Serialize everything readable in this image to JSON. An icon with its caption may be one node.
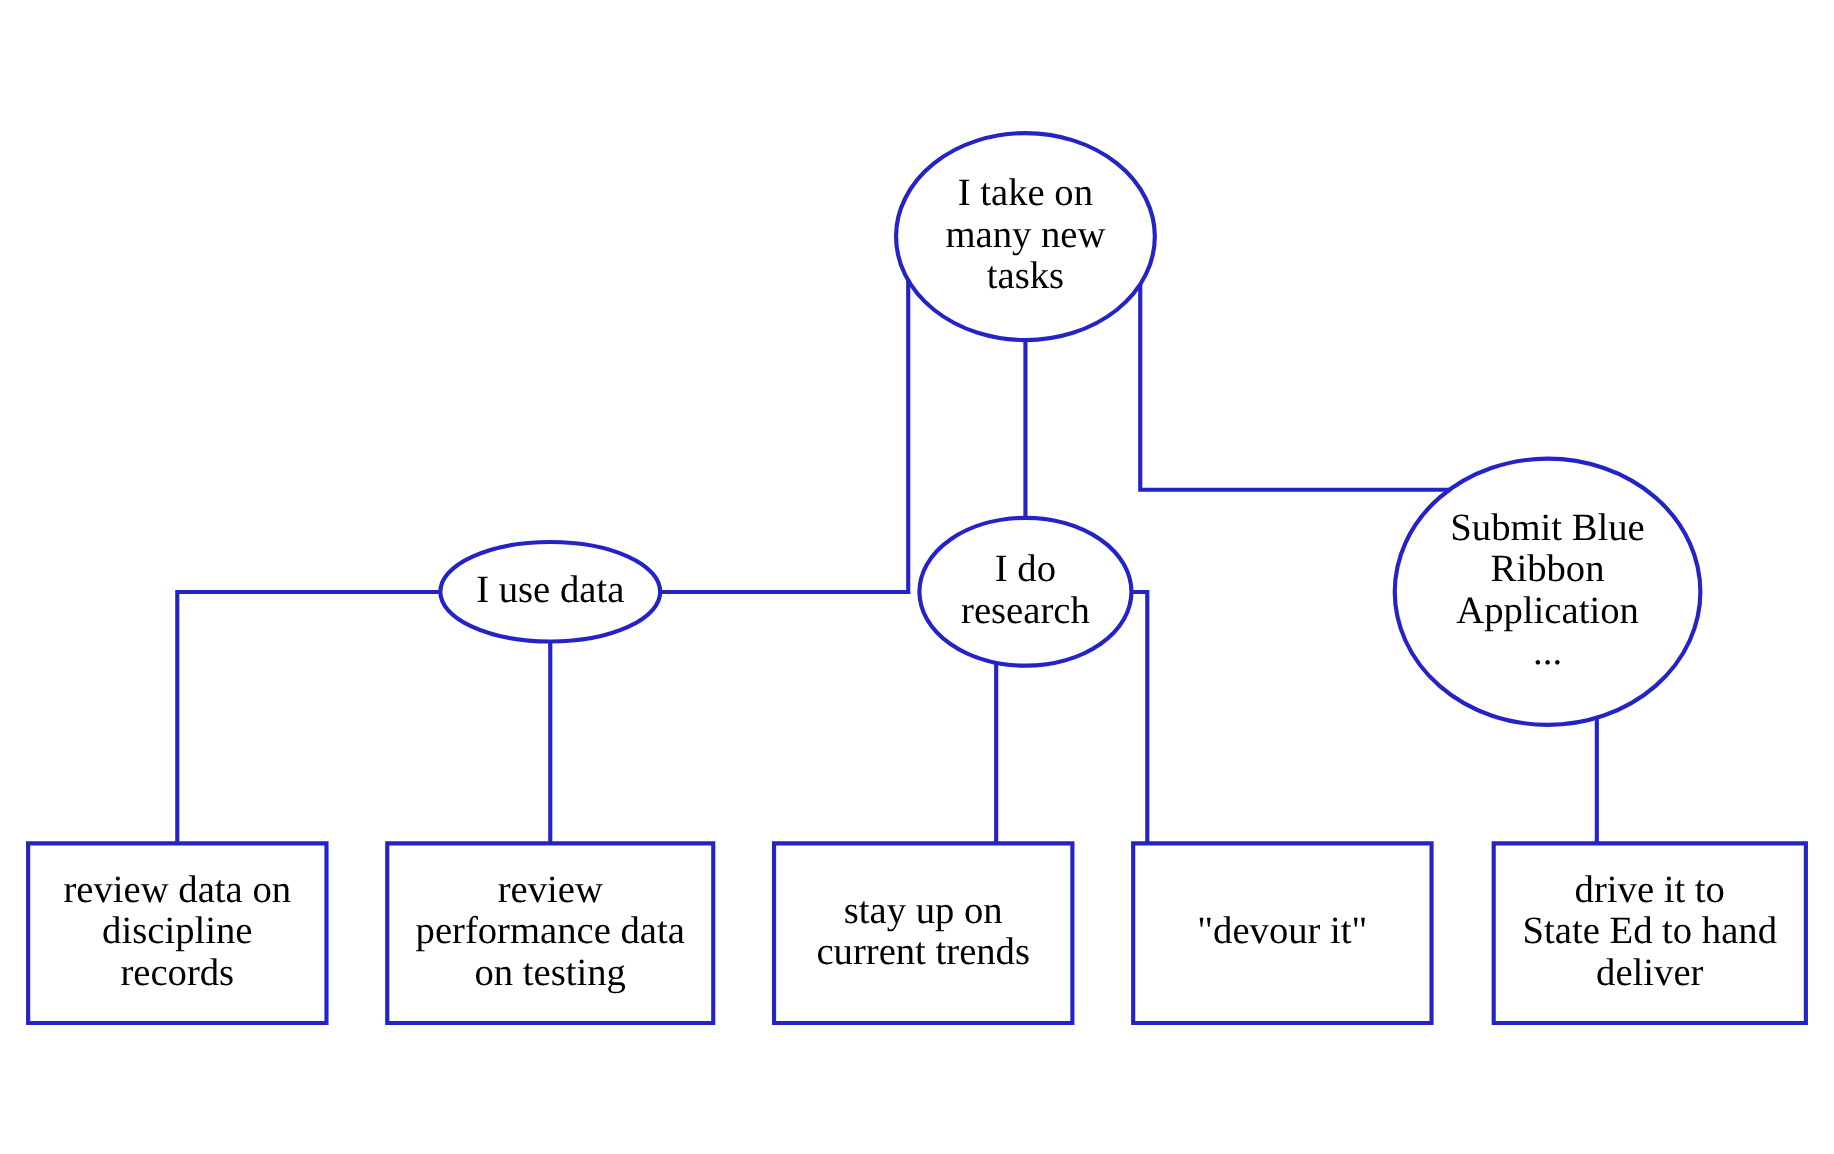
{
  "diagram": {
    "nodes": [
      {
        "text": [
          "I take on many new tasks"
        ]
      },
      {
        "text": [
          "I use data"
        ]
      },
      {
        "text": [
          "I do research"
        ]
      },
      {
        "text": [
          "Submit Blue Ribbon Application ..."
        ]
      },
      {
        "text": [
          "review data on discipline records"
        ]
      },
      {
        "text": [
          "review performance data on testing"
        ]
      },
      {
        "text": [
          "stay up on current trends"
        ]
      },
      {
        "text": [
          "\"devour it\""
        ]
      },
      {
        "text": [
          "drive it to State Ed to hand deliver"
        ]
      }
    ],
    "edges": [
      {
        "from": 0,
        "to": 1,
        "arrow": "none"
      },
      {
        "from": 0,
        "to": 2,
        "arrow": "none"
      },
      {
        "from": 0,
        "to": 3,
        "arrow": "none"
      },
      {
        "from": 1,
        "to": 4,
        "arrow": "none"
      },
      {
        "from": 1,
        "to": 5,
        "arrow": "none"
      },
      {
        "from": 2,
        "to": 6,
        "arrow": "none"
      },
      {
        "from": 2,
        "to": 7,
        "arrow": "none"
      },
      {
        "from": 3,
        "to": 8,
        "arrow": "none"
      }
    ]
  }
}
